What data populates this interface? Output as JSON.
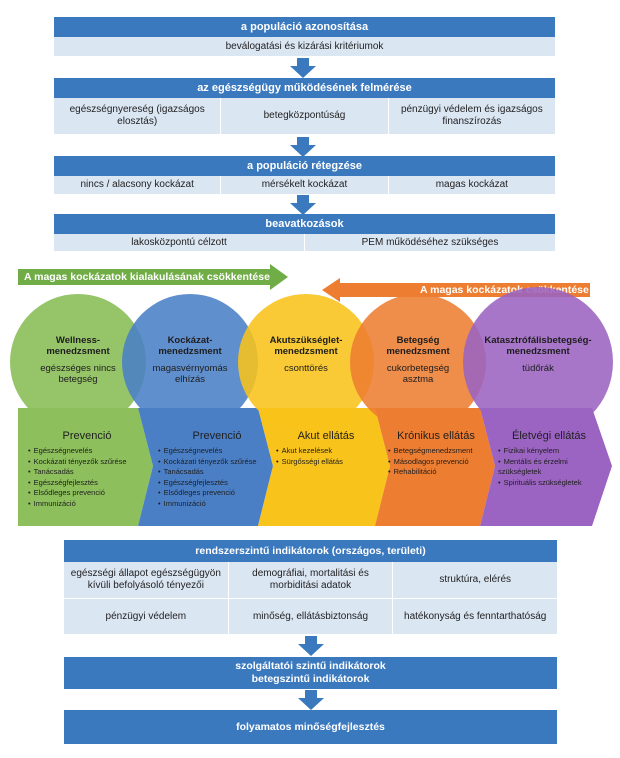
{
  "population_id": {
    "title": "a populáció azonosítása",
    "criteria": "beválogatási és kizárási kritériumok"
  },
  "health_system": {
    "title": "az egészségügy működésének felmérése",
    "items": [
      "egészségnyereség (igazságos elosztás)",
      "betegközpontúság",
      "pénzügyi védelem és igazságos finanszírozás"
    ]
  },
  "stratification": {
    "title": "a populáció rétegzése",
    "items": [
      "nincs / alacsony kockázat",
      "mérsékelt kockázat",
      "magas kockázat"
    ]
  },
  "interventions": {
    "title": "beavatkozások",
    "items": [
      "lakosközpontú  célzott",
      "PEM működéséhez szükséges"
    ]
  },
  "arrows": {
    "green_label": "A magas kockázatok kialakulásának csökkentése",
    "orange_label": "A magas kockázatok csökkentése"
  },
  "circles": [
    {
      "title": "Wellness-menedzsment",
      "sub": "egészséges nincs betegség",
      "color": "#8dbf5c"
    },
    {
      "title": "Kockázat-menedzsment",
      "sub": "magasvérnyomás elhízás",
      "color": "#4a7fc6"
    },
    {
      "title": "Akutszükséglet-menedzsment",
      "sub": "csonttörés",
      "color": "#f8c31a"
    },
    {
      "title": "Betegség menedzsment",
      "sub": "cukorbetegség asztma",
      "color": "#ed7d31"
    },
    {
      "title": "Katasztrófálisbetegség-menedzsment",
      "sub": "tüdőrák",
      "color": "#9b63c2"
    }
  ],
  "bands": [
    {
      "title": "Prevenció",
      "items": [
        "Egészségnevelés",
        "Kockázati tényezők szűrése",
        "Tanácsadás",
        "Egészségfejlesztés",
        "Elsődleges prevenció",
        "Immunizáció"
      ]
    },
    {
      "title": "Prevenció",
      "items": [
        "Egészségnevelés",
        "Kockázati tényezők szűrése",
        "Tanácsadás",
        "Egészségfejlesztés",
        "Elsődleges prevenció",
        "Immunizáció"
      ]
    },
    {
      "title": "Akut ellátás",
      "items": [
        "Akut kezelések",
        "Sürgősségi ellátás"
      ]
    },
    {
      "title": "Krónikus ellátás",
      "items": [
        "Betegségmenedzsment",
        "Másodlagos prevenció",
        "Rehabilitáció"
      ]
    },
    {
      "title": "Életvégi ellátás",
      "items": [
        "Fizikai kényelem",
        "Mentális és érzelmi szükségletek",
        "Spirituális szükségletek"
      ]
    }
  ],
  "indicators": {
    "title": "rendszerszintű indikátorok (országos, területi)",
    "grid": [
      "egészségi állapot egészségügyön kívüli befolyásoló tényezői",
      "demográfiai, mortalitási és morbiditási adatok",
      "struktúra, elérés",
      "pénzügyi védelem",
      "minőség, ellátásbiztonság",
      "hatékonyság és fenntarthatóság"
    ]
  },
  "provider_indicators": {
    "line1": "szolgáltatói szintű indikátorok",
    "line2": "betegszintű indikátorok"
  },
  "quality": {
    "title": "folyamatos minőségfejlesztés"
  }
}
